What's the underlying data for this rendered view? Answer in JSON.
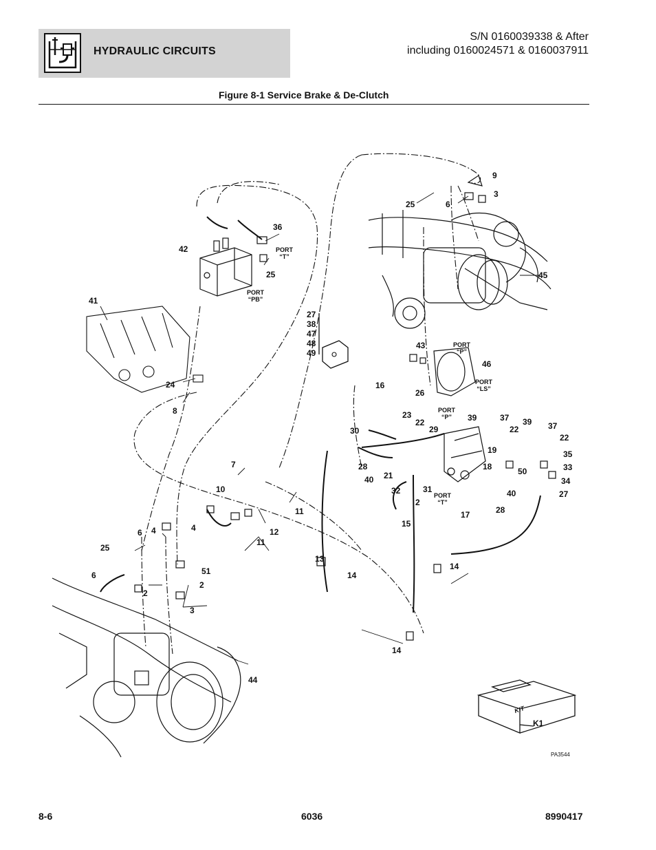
{
  "header": {
    "section_title": "HYDRAULIC CIRCUITS",
    "serial_line1": "S/N 0160039338 & After",
    "serial_line2": "including 0160024571 & 0160037911",
    "icon": "hydraulic-reservoir-icon"
  },
  "figure_title": "Figure 8-1 Service Brake & De-Clutch",
  "callouts": {
    "c9": "9",
    "c3a": "3",
    "c25a": "25",
    "c6a": "6",
    "c36": "36",
    "c42": "42",
    "c25b": "25",
    "c45": "45",
    "c41": "41",
    "stack": [
      "27",
      "38",
      "47",
      "48",
      "49"
    ],
    "c43": "43",
    "c46": "46",
    "c16": "16",
    "c26": "26",
    "c24": "24",
    "c8": "8",
    "c23": "23",
    "c22a": "22",
    "c29": "29",
    "c39a": "39",
    "c37a": "37",
    "c22b": "22",
    "c39b": "39",
    "c37b": "37",
    "c22c": "22",
    "c30": "30",
    "c19": "19",
    "c35": "35",
    "c28a": "28",
    "c21": "21",
    "c40a": "40",
    "c18": "18",
    "c50": "50",
    "c33": "33",
    "c34": "34",
    "c32": "32",
    "c31": "31",
    "c2a": "2",
    "c40b": "40",
    "c27b": "27",
    "c7": "7",
    "c10": "10",
    "c11a": "11",
    "c28b": "28",
    "c12": "12",
    "c11b": "11",
    "c15": "15",
    "c17": "17",
    "c4a": "4",
    "c4b": "4",
    "c6b": "6",
    "c25c": "25",
    "c13": "13",
    "c14a": "14",
    "c14b": "14",
    "c51": "51",
    "c6c": "6",
    "c2b": "2",
    "c2c": "2",
    "c3b": "3",
    "c14c": "14",
    "c44": "44",
    "ck1": "K1"
  },
  "ports": {
    "p_t1": [
      "PORT",
      "“T”"
    ],
    "p_pb": [
      "PORT",
      "“PB”"
    ],
    "p_p1": [
      "PORT",
      "“P”"
    ],
    "p_ls": [
      "PORT",
      "“LS”"
    ],
    "p_p2": [
      "PORT",
      "“P”"
    ],
    "p_t2": [
      "PORT",
      "“T”"
    ]
  },
  "kit_label": "KIT",
  "image_ref": "PA3544",
  "footer": {
    "page": "8-6",
    "model": "6036",
    "doc_number": "8990417"
  }
}
